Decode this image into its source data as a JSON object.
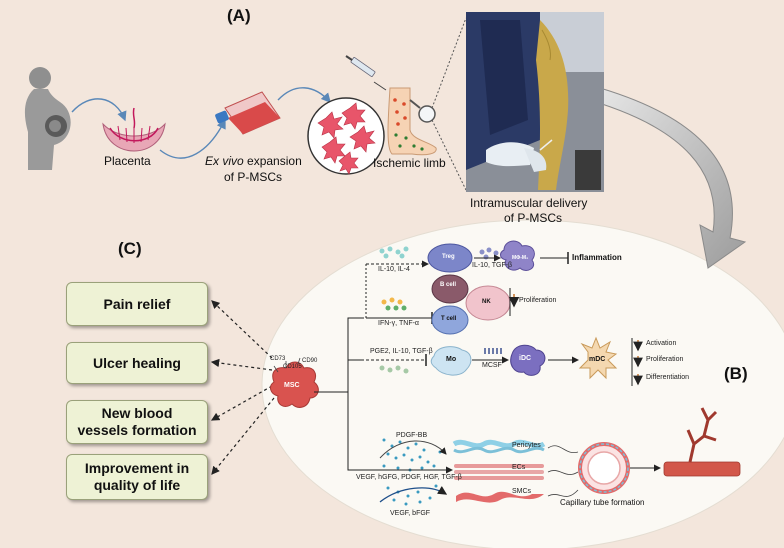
{
  "panel_a": {
    "label": "(A)",
    "placenta": "Placenta",
    "ex_vivo_italic": "Ex vivo",
    "ex_vivo_rest": "expansion",
    "ex_vivo_line2": "of P-MSCs",
    "ischemic_limb": "Ischemic limb",
    "delivery_line1": "Intramuscular delivery",
    "delivery_line2": "of P-MSCs"
  },
  "panel_b": {
    "label": "(B)",
    "msc": "MSC",
    "markers": [
      "CD73",
      "CD105",
      "CD90"
    ],
    "treg": "Treg",
    "mo_m": "MΦ-M₂",
    "il10_il4": "IL-10, IL-4",
    "il10_tgfb": "IL-10, TGF-β",
    "inflammation": "Inflammation",
    "b_cell": "B cell",
    "nk": "NK",
    "t_cell": "T cell",
    "ifn_tnf": "IFN-γ, TNF-α",
    "proliferation": "Proliferation",
    "pge2": "PGE2, IL-10, TGF-β",
    "mo": "Mo",
    "mcsf": "MCSF",
    "idc": "iDC",
    "mdc": "mDC",
    "activation": "Activation",
    "proliferation2": "Proliferation",
    "differentiation": "Differentiation",
    "pdgf_bb": "PDGF-BB",
    "vegf_list": "VEGF, hGFG, PDGF, HGF, TGF-β",
    "vegf_bfgf": "VEGF, bFGF",
    "pericytes": "Pericytes",
    "ecs": "ECs",
    "smcs": "SMCs",
    "capillary": "Capillary tube formation"
  },
  "panel_c": {
    "label": "(C)",
    "outcomes": [
      {
        "line1": "Pain relief",
        "line2": ""
      },
      {
        "line1": "Ulcer healing",
        "line2": ""
      },
      {
        "line1": "New blood",
        "line2": "vessels  formation"
      },
      {
        "line1": "Improvement in",
        "line2": "quality of life"
      }
    ]
  },
  "colors": {
    "background": "#f3e6dc",
    "ellipse": "#fbf9f4",
    "box_fill": "#eef2d5",
    "msc_cell": "#d9534f",
    "arrow": "#5a88b8"
  }
}
